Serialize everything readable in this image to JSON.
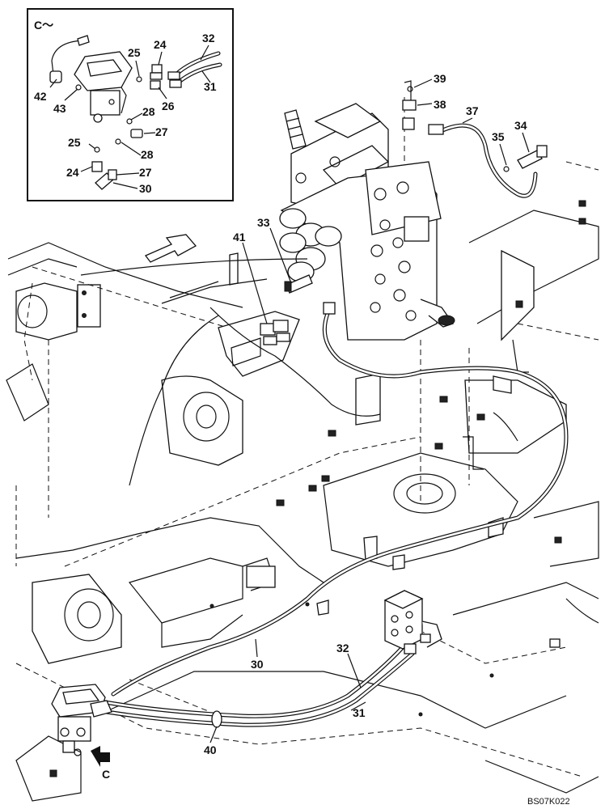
{
  "diagram": {
    "reference_code": "BS07K022",
    "detail_view_title": "C～",
    "arrow_label": "C",
    "inset_callouts": [
      "42",
      "43",
      "25",
      "24",
      "26",
      "32",
      "31",
      "28",
      "27",
      "25",
      "28",
      "24",
      "27",
      "30"
    ],
    "main_callouts": [
      "39",
      "38",
      "37",
      "35",
      "34",
      "33",
      "41",
      "30",
      "32",
      "31",
      "40"
    ]
  }
}
